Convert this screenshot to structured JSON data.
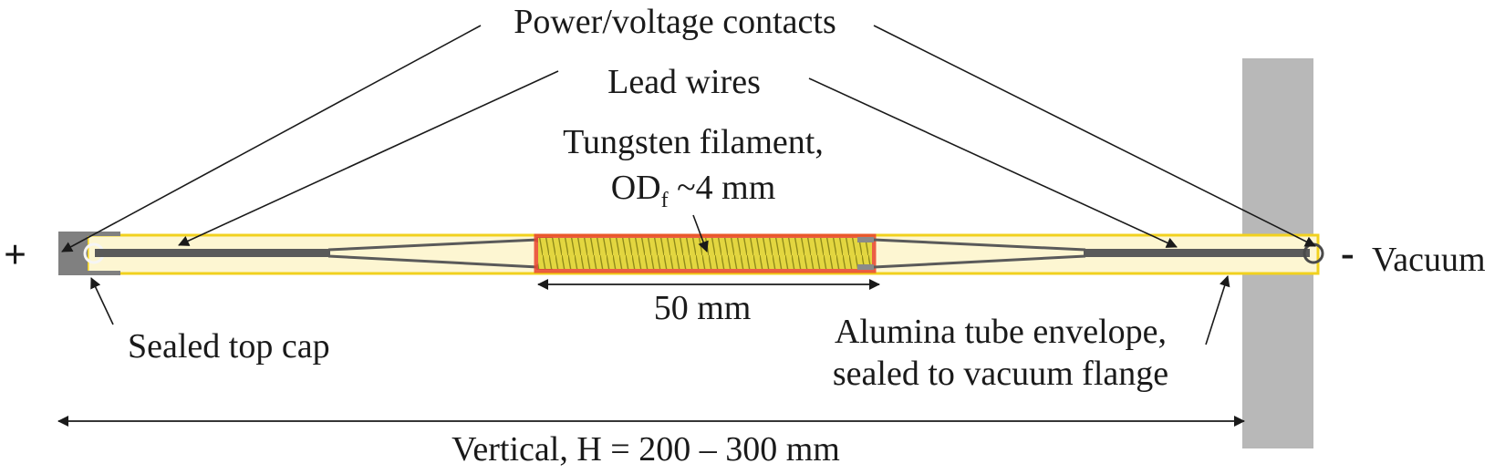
{
  "labels": {
    "power_contacts": "Power/voltage contacts",
    "lead_wires": "Lead wires",
    "filament_line1": "Tungsten filament,",
    "filament_od_prefix": "OD",
    "filament_od_sub": "f",
    "filament_od_value": " ~4 mm",
    "filament_length": "50 mm",
    "top_cap": "Sealed top cap",
    "envelope_line1": "Alumina tube envelope,",
    "envelope_line2": "sealed to vacuum flange",
    "vacuum": "Vacuum",
    "height": "Vertical, H = 200 – 300 mm",
    "plus": "+",
    "minus": "-"
  },
  "colors": {
    "tube_fill": "#fdf6d2",
    "tube_outline": "#f1d11e",
    "coil_fill": "#e3d640",
    "coil_glow": "#e8432b",
    "wire": "#5a5a5a",
    "flange": "#b8b8b8",
    "cap": "#808080"
  }
}
